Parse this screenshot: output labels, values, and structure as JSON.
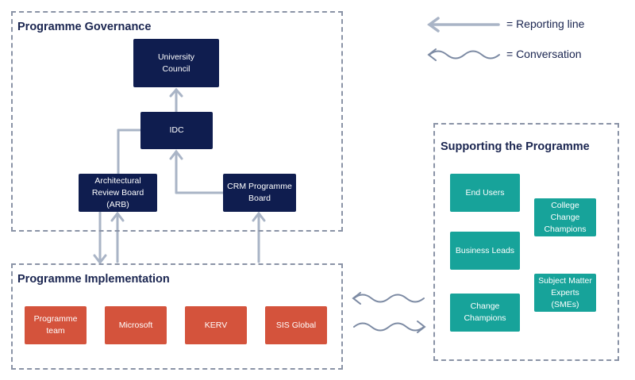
{
  "colors": {
    "governance_box": "#0f1d4f",
    "implementation_box": "#d4533c",
    "supporting_box": "#17a39a",
    "connector": "#a9b4c6",
    "conversation_line": "#7c8aa3",
    "panel_border": "#8a93a6"
  },
  "legend": {
    "reporting_line": "= Reporting line",
    "conversation": "= Conversation"
  },
  "governance": {
    "title": "Programme Governance",
    "university_council": "University Council",
    "idc": "IDC",
    "arb": "Architectural Review Board (ARB)",
    "crm_board": "CRM Programme Board"
  },
  "implementation": {
    "title": "Programme Implementation",
    "items": [
      "Programme team",
      "Microsoft",
      "KERV",
      "SIS Global"
    ]
  },
  "supporting": {
    "title": "Supporting the Programme",
    "end_users": "End Users",
    "business_leads": "Business Leads",
    "change_champions": "Change Champions",
    "college_change_champions": "College Change Champions",
    "smes": "Subject Matter Experts (SMEs)"
  }
}
